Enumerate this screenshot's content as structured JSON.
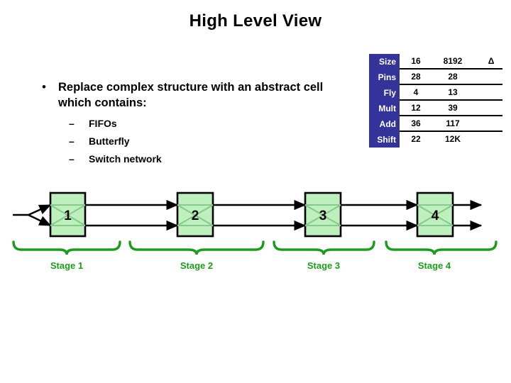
{
  "slide": {
    "title": "High Level View",
    "background_color": "#ffffff"
  },
  "bullets": {
    "glyph": "•",
    "main_text": "Replace complex structure with an abstract cell which contains:",
    "sub_glyph": "–",
    "sub_items": [
      {
        "label": "FIFOs"
      },
      {
        "label": "Butterfly"
      },
      {
        "label": "Switch network"
      }
    ]
  },
  "metrics_table": {
    "label_bg_color": "#333399",
    "label_text_color": "#ffffff",
    "rule_color": "#000000",
    "delta_symbol": "Δ",
    "rows": [
      {
        "label": "Size",
        "col1": "16",
        "col2": "8192",
        "col3": "Δ"
      },
      {
        "label": "Pins",
        "col1": "28",
        "col2": "28",
        "col3": ""
      },
      {
        "label": "Fly",
        "col1": "4",
        "col2": "13",
        "col3": ""
      },
      {
        "label": "Mult",
        "col1": "12",
        "col2": "39",
        "col3": ""
      },
      {
        "label": "Add",
        "col1": "36",
        "col2": "117",
        "col3": ""
      },
      {
        "label": "Shift",
        "col1": "22",
        "col2": "12K",
        "col3": ""
      }
    ]
  },
  "pipeline": {
    "cell_fill_color": "#bdf0bd",
    "cell_border_color": "#000000",
    "cross_color": "#86c98a",
    "wire_color": "#000000",
    "brace_color": "#1d9b1d",
    "cells": [
      {
        "number": "1",
        "stage_label": "Stage 1"
      },
      {
        "number": "2",
        "stage_label": "Stage 2"
      },
      {
        "number": "3",
        "stage_label": "Stage 3"
      },
      {
        "number": "4",
        "stage_label": "Stage 4"
      }
    ]
  }
}
